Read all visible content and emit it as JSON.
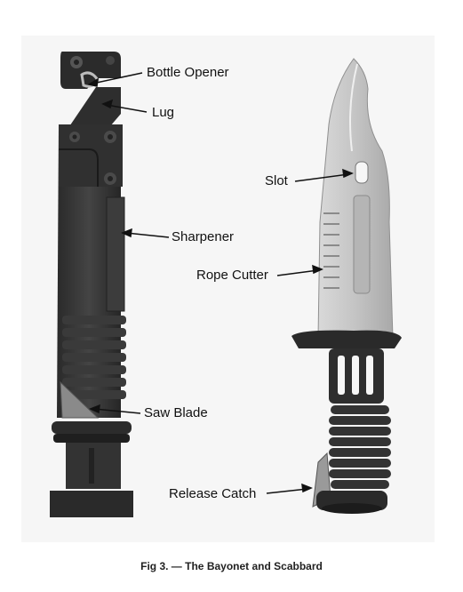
{
  "figure": {
    "labels": {
      "bottle_opener": "Bottle Opener",
      "lug": "Lug",
      "sharpener": "Sharpener",
      "saw_blade": "Saw Blade",
      "slot": "Slot",
      "rope_cutter": "Rope Cutter",
      "release_catch": "Release Catch"
    },
    "caption": "Fig 3. — The Bayonet and Scabbard"
  }
}
